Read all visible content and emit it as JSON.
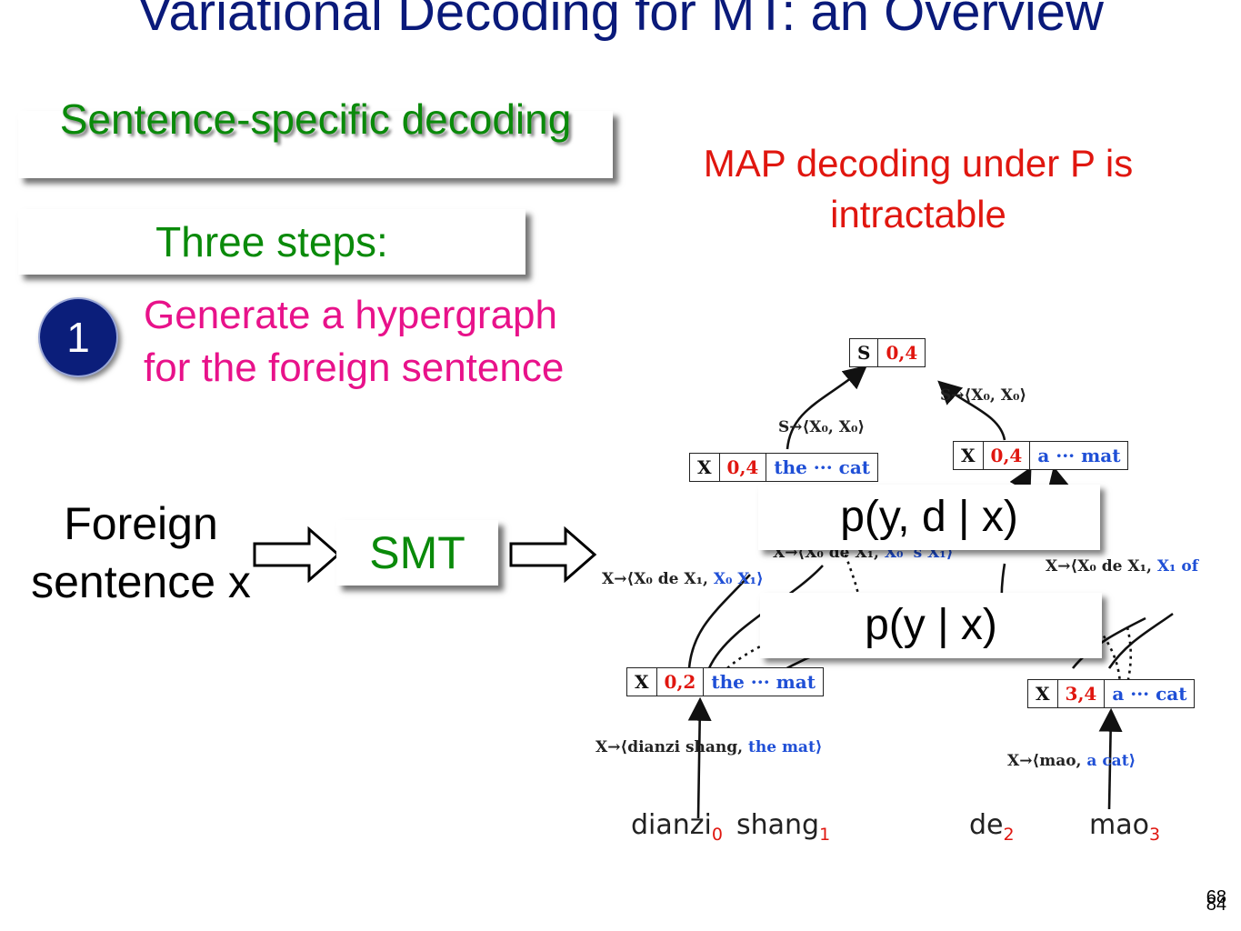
{
  "title": "Variational Decoding for MT: an Overview",
  "sentence_specific": "Sentence-specific decoding",
  "three_steps": "Three steps:",
  "step": {
    "number": "1",
    "text_line1": "Generate a hypergraph",
    "text_line2": "for the foreign sentence"
  },
  "map_note_line1": "MAP decoding under P is",
  "map_note_line2": "intractable",
  "pipeline": {
    "input_line1": "Foreign",
    "input_line2": "sentence x",
    "smt": "SMT"
  },
  "prob_boxes": {
    "joint": "p(y, d | x)",
    "marginal": "p(y | x)"
  },
  "hypergraph": {
    "nodes": [
      {
        "nt": "S",
        "span": "0,4",
        "trans": ""
      },
      {
        "nt": "X",
        "span": "0,4",
        "trans": "the ··· cat"
      },
      {
        "nt": "X",
        "span": "0,4",
        "trans": "a ··· mat"
      },
      {
        "nt": "X",
        "span": "0,2",
        "trans": "the ··· mat"
      },
      {
        "nt": "X",
        "span": "3,4",
        "trans": "a ··· cat"
      }
    ],
    "rules": {
      "r_top_right": "S→⟨X₀, X₀⟩",
      "r_top_left": "S→⟨X₀, X₀⟩",
      "r_mid_left_a": "X→⟨X₀ de X₁,",
      "r_mid_left_b": "X₀ X₁⟩",
      "r_mid_right_a": "X→⟨X₀ de X₁,",
      "r_mid_right_b": "X₁ of",
      "r_mid_hidden_a": "X→⟨X₀ de X₁,",
      "r_mid_hidden_b": "X₀ 's X₁⟩",
      "r_bottom_left_a": "X→⟨dianzi shang,",
      "r_bottom_left_b": "the mat⟩",
      "r_bottom_right_a": "X→⟨mao,",
      "r_bottom_right_b": "a cat⟩"
    },
    "words": [
      {
        "w": "dianzi",
        "i": "0"
      },
      {
        "w": "shang",
        "i": "1"
      },
      {
        "w": "de",
        "i": "2"
      },
      {
        "w": "mao",
        "i": "3"
      }
    ]
  },
  "page_numbers": {
    "a": "68",
    "b": "84"
  }
}
